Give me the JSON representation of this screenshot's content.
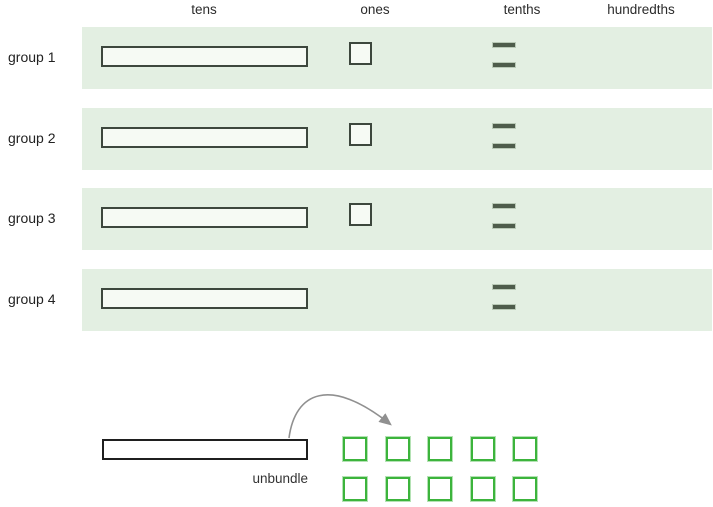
{
  "board": {
    "columns": [
      {
        "label": "tens"
      },
      {
        "label": "ones"
      },
      {
        "label": "tenths"
      },
      {
        "label": "hundredths"
      }
    ],
    "groups": [
      {
        "label": "group 1",
        "tens": 1,
        "ones": 1,
        "tenths": 2,
        "hundredths": 0
      },
      {
        "label": "group 2",
        "tens": 1,
        "ones": 1,
        "tenths": 2,
        "hundredths": 0
      },
      {
        "label": "group 3",
        "tens": 1,
        "ones": 1,
        "tenths": 2,
        "hundredths": 0
      },
      {
        "label": "group 4",
        "tens": 1,
        "ones": 0,
        "tenths": 2,
        "hundredths": 0
      }
    ]
  },
  "unbundle": {
    "label": "unbundle",
    "tens_bars": 1,
    "ones_squares": 10,
    "grid": {
      "rows": 2,
      "cols": 5
    }
  },
  "colors": {
    "row_background": "#e3efe2",
    "piece_border": "#3d473d",
    "piece_fill": "#f6faf4",
    "tenth_fill": "#4e5c4b",
    "green_square_border": "#3cb43c",
    "arrow": "#909090",
    "unbundle_bar_border": "#1f1f1f",
    "text": "#2b2b2b"
  }
}
